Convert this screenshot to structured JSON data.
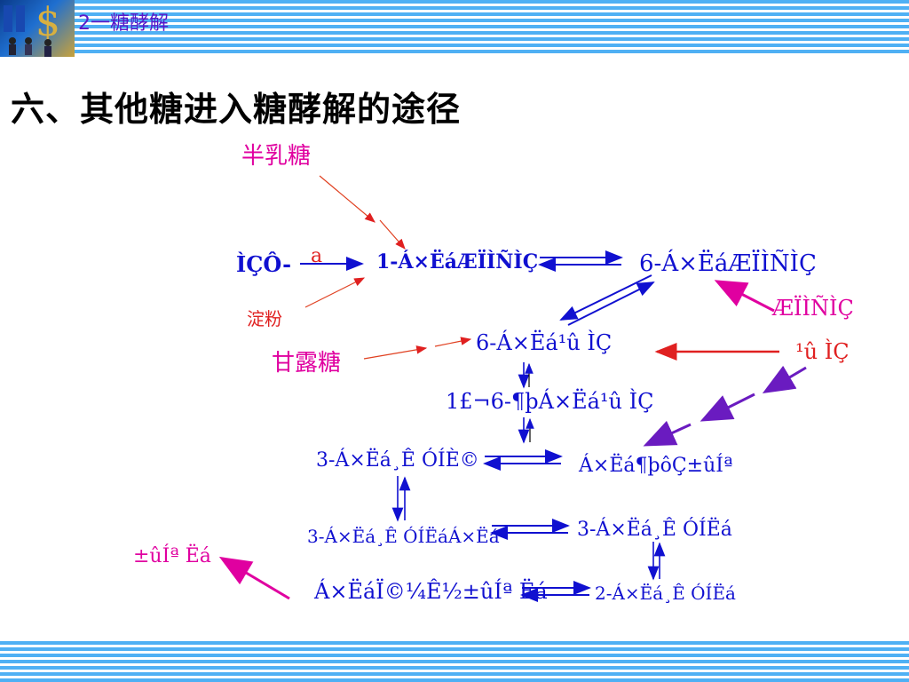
{
  "header": {
    "title": "2一糖酵解"
  },
  "page_title": "六、其他糖进入糖酵解的途径",
  "labels": {
    "galactose": "半乳糖",
    "a": "a",
    "uridine": "ÌÇÔ-",
    "g1p": "1-Á×ËáÆÏÌÑÌÇ",
    "g6p": "6-Á×ËáÆÏÌÑÌÇ",
    "glucose": "ÆÏÌÑÌÇ",
    "starch": "淀粉",
    "mannose": "甘露糖",
    "f6p": "6-Á×Ëá¹û ÌÇ",
    "fructose": "¹û ÌÇ",
    "f16bp": "1£¬6-¶þÁ×Ëá¹û ÌÇ",
    "g3p": "3-Á×Ëá¸Ê ÓÍÈ©",
    "dhap": "Á×Ëá¶þôÇ±ûÍª",
    "bpg13": "3-Á×Ëá¸Ê ÓÍËáÁ×Ëá",
    "pg3": "3-Á×Ëá¸Ê ÓÍËá",
    "pyruvate": "±ûÍª Ëá",
    "pep": "Á×ËáÏ©¼Ê½±ûÍª Ëá",
    "pg2": "2-Á×Ëá¸Ê ÓÍËá"
  },
  "colors": {
    "blue": "#1010d0",
    "magenta": "#e000a0",
    "red": "#e02020",
    "purple": "#6a1bc0",
    "header_purple": "#5a18c8",
    "stripe": "#4fb0f4"
  }
}
